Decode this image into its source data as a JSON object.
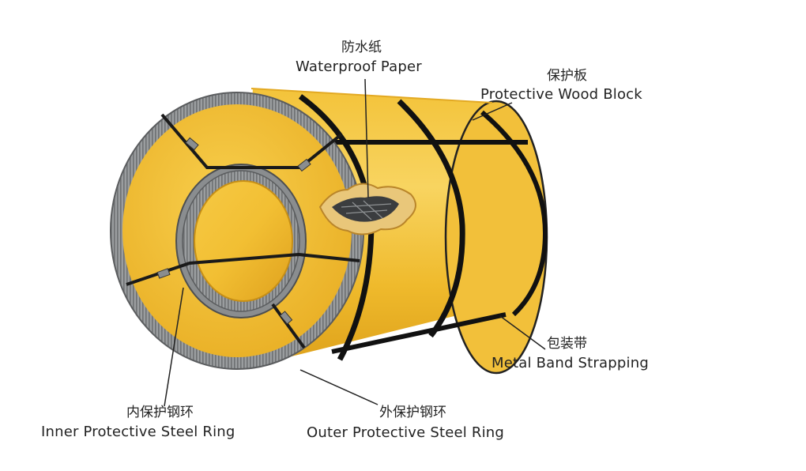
{
  "labels": {
    "waterproof_paper": {
      "zh": "防水纸",
      "en": "Waterproof Paper"
    },
    "protective_wood_block": {
      "zh": "保护板",
      "en": "Protective Wood Block"
    },
    "metal_band_strapping": {
      "zh": "包装带",
      "en": "Metal Band Strapping"
    },
    "inner_protective_steel_ring": {
      "zh": "内保护钢环",
      "en": "Inner Protective Steel Ring"
    },
    "outer_protective_steel_ring": {
      "zh": "外保护钢环",
      "en": "Outer Protective Steel Ring"
    }
  },
  "colors": {
    "coil_yellow": "#f0bb2c",
    "coil_light": "#f7d35a",
    "coil_dark": "#d99a14",
    "ring_gray": "#8a8d8f",
    "strap": "#111111",
    "paper_tan": "#e9c77a"
  }
}
